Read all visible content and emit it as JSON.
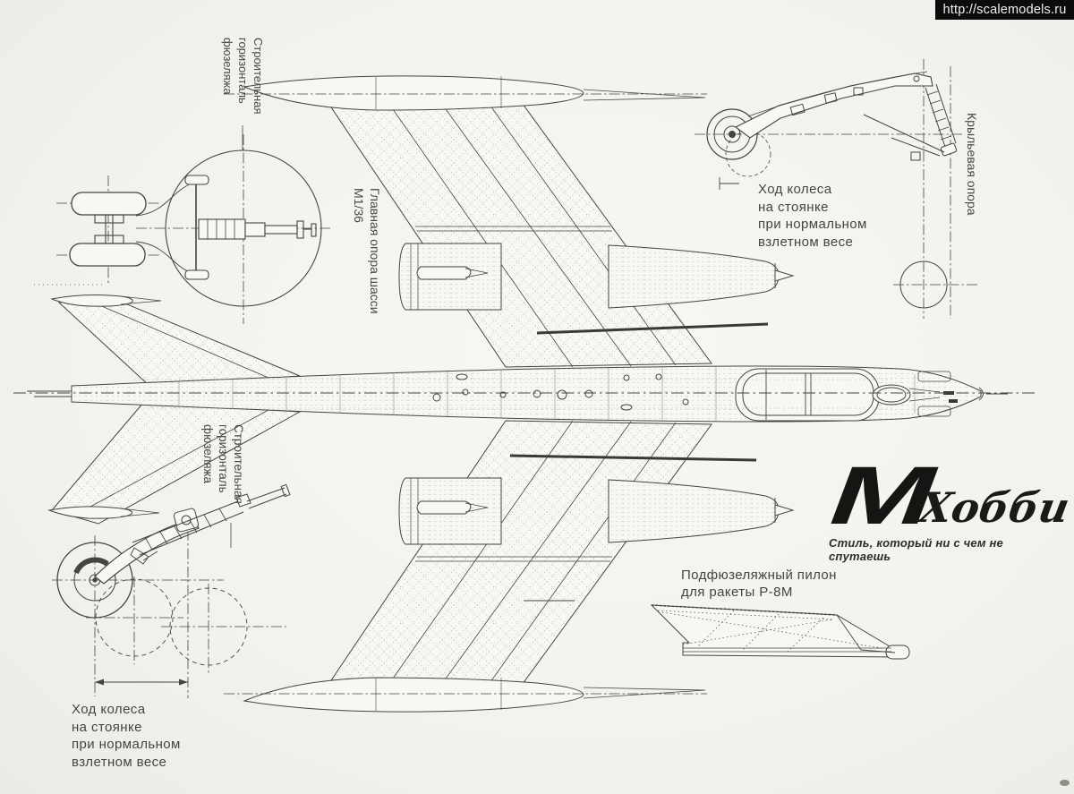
{
  "watermark": {
    "url": "http://scalemodels.ru"
  },
  "logo": {
    "letter": "М",
    "name": "Хобби",
    "slogan": "Стиль, который ни с чем не спутаешь"
  },
  "annotations": {
    "construction_horizontal_top": "Строительная\nгоризонталь\nфюзеляжа",
    "construction_horizontal_bottom": "Строительная\nгоризонталь\nфюзеляжа",
    "main_gear_scale": "Главная опора шасси\nМ1/36",
    "wheel_travel": "Ход колеса\nна стоянке\nпри нормальном\nвзлетном весе",
    "wing_outrigger": "Крыльевая опора",
    "pylon": "Подфюзеляжный пилон\nдля ракеты Р-8М"
  },
  "drawing": {
    "ink": "#45443f",
    "paper": "#f8f7f3",
    "accent_black": "#0b0b0b"
  }
}
